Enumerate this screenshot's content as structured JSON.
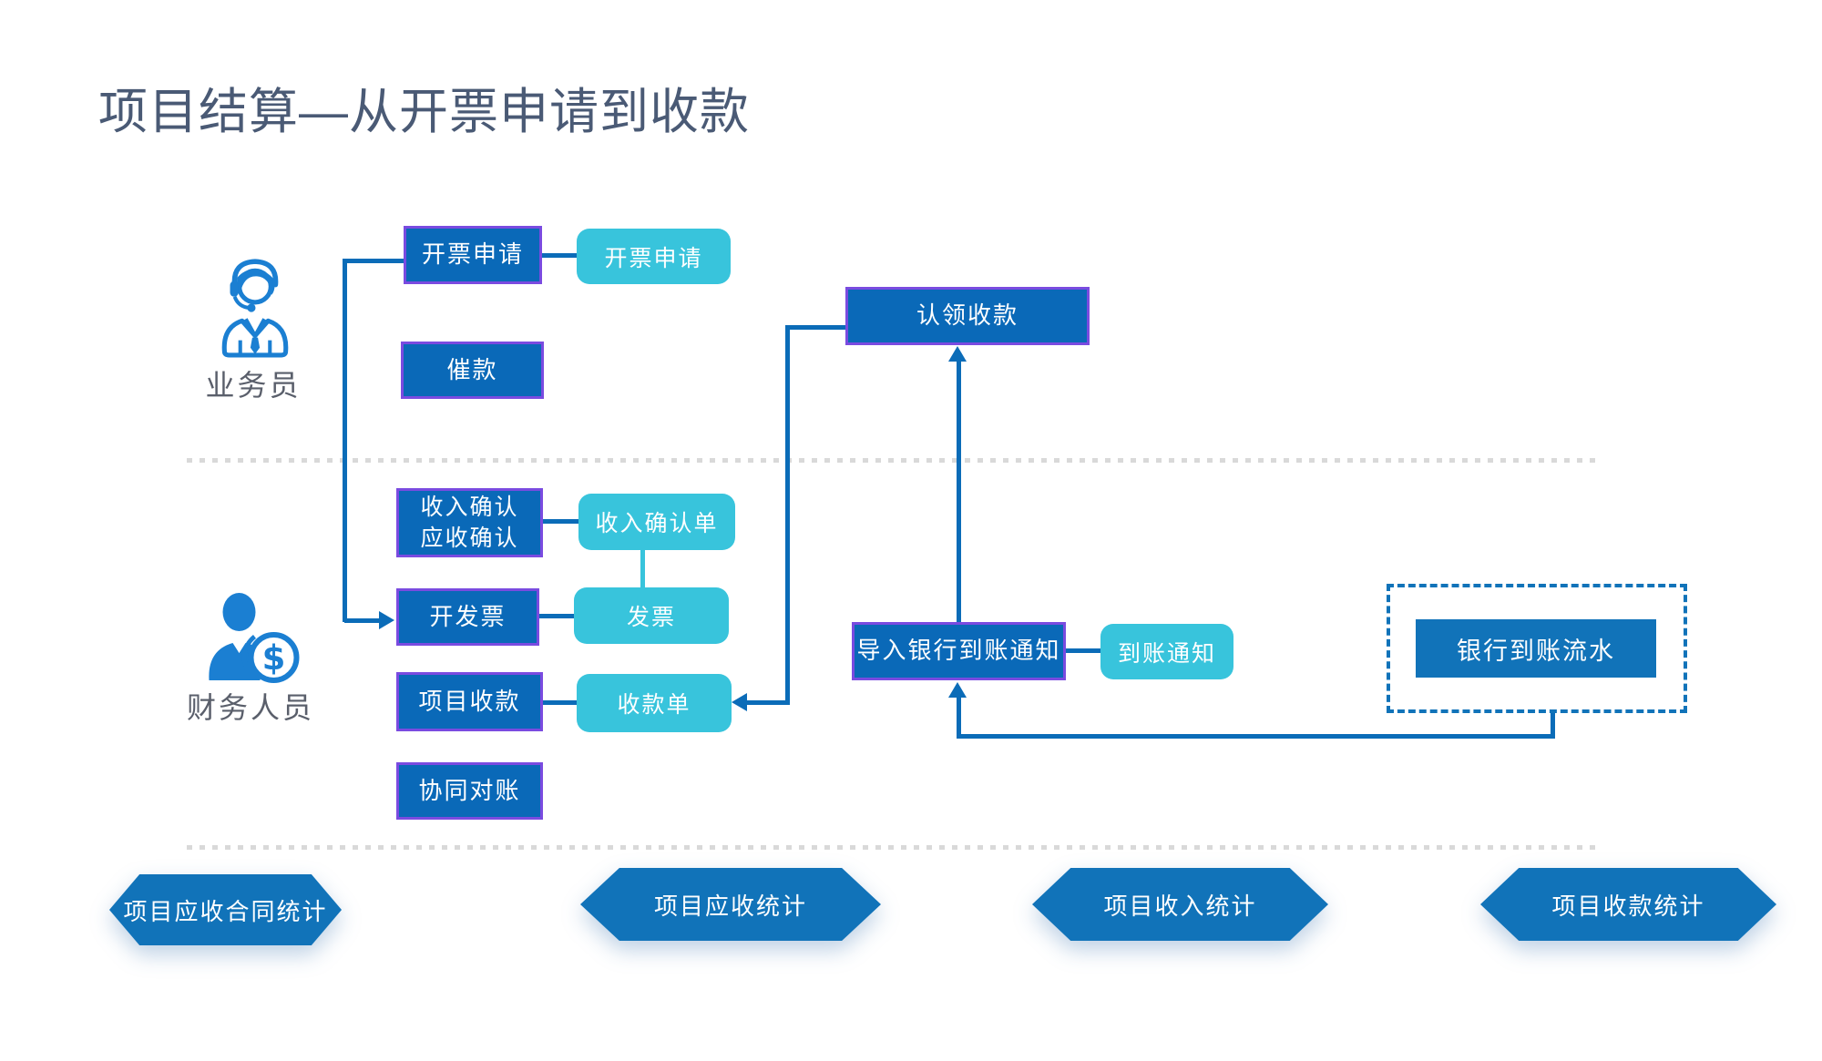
{
  "title": "项目结算—从开票申请到收款",
  "roles": {
    "salesperson": "业务员",
    "finance": "财务人员"
  },
  "nodes": {
    "invoice_request": "开票申请",
    "payment_reminder": "催款",
    "revenue_confirm_line1": "收入确认",
    "revenue_confirm_line2": "应收确认",
    "issue_invoice": "开发票",
    "project_receipt": "项目收款",
    "collaborative_reconciliation": "协同对账",
    "claim_receipt": "认领收款",
    "import_bank_arrival_notice": "导入银行到账通知",
    "bank_arrival_statement": "银行到账流水"
  },
  "documents": {
    "invoice_request_doc": "开票申请",
    "revenue_confirm_doc": "收入确认单",
    "invoice_doc": "发票",
    "receipt_doc": "收款单",
    "arrival_notice_doc": "到账通知"
  },
  "banners": [
    {
      "label": "项目应收合同统计"
    },
    {
      "label": "项目应收统计"
    },
    {
      "label": "项目收入统计"
    },
    {
      "label": "项目收款统计"
    }
  ],
  "icons": {
    "finance_coin_symbol": "$"
  },
  "colors": {
    "process_box_fill": "#0A69B8",
    "process_box_border": "#7A4BE0",
    "document_fill": "#38C4DC",
    "solid_fill": "#1173B9",
    "connector": "#0B6CB8",
    "separator": "#D9D9D9",
    "title_text": "#4A5A75",
    "role_label": "#5A5F6B",
    "person_icon": "#1B7FD2",
    "canvas_bg": "#FFFFFF"
  }
}
